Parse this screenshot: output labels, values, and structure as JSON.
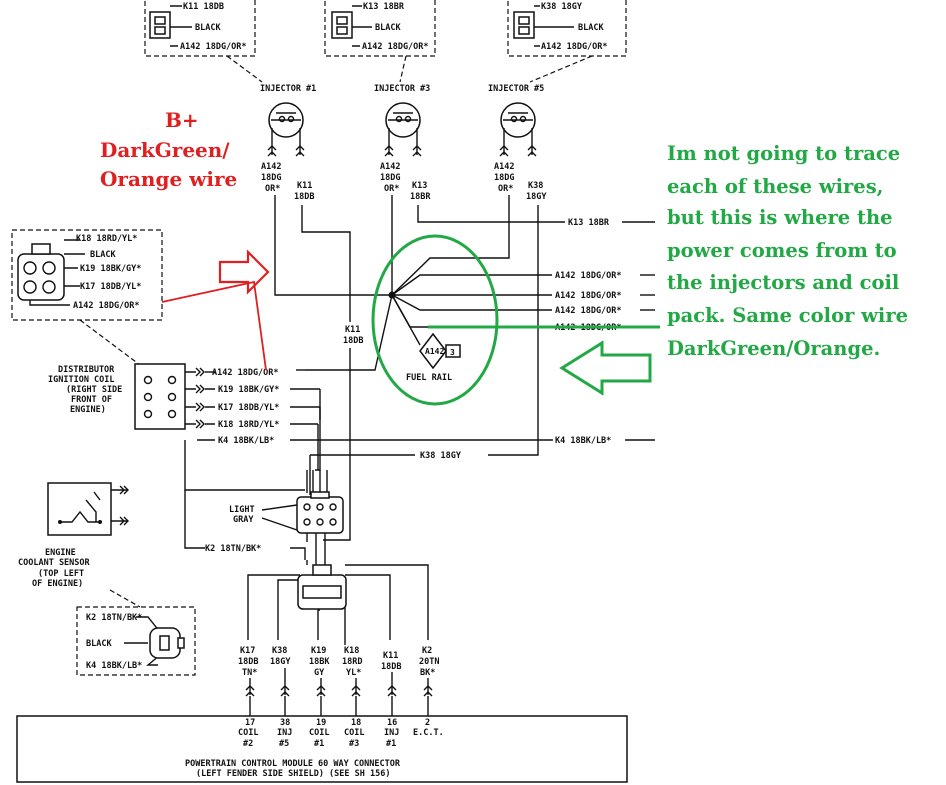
{
  "injector_connectors": [
    {
      "circuit": "K11 18DB",
      "ground": "BLACK",
      "power": "A142 18DG/OR*",
      "name": "INJECTOR #1",
      "pin_a": "A142",
      "pin_b": "18DG",
      "pin_c": "OR*",
      "out_a": "K11",
      "out_b": "18DB",
      "out_c": ""
    },
    {
      "circuit": "K13 18BR",
      "ground": "BLACK",
      "power": "A142 18DG/OR*",
      "name": "INJECTOR #3",
      "pin_a": "A142",
      "pin_b": "18DG",
      "pin_c": "OR*",
      "out_a": "K13",
      "out_b": "18BR",
      "out_c": ""
    },
    {
      "circuit": "K38 18GY",
      "ground": "BLACK",
      "power": "A142 18DG/OR*",
      "name": "INJECTOR #5",
      "pin_a": "A142",
      "pin_b": "18DG",
      "pin_c": "OR*",
      "out_a": "K38",
      "out_b": "18GY",
      "out_c": ""
    }
  ],
  "coil_connector": {
    "pins": [
      "K18 18RD/YL*",
      "BLACK",
      "K19 18BK/GY*",
      "K17 18DB/YL*",
      "A142 18DG/OR*"
    ]
  },
  "right_side_wires": [
    "K13 18BR",
    "A142 18DG/OR*",
    "A142 18DG/OR*",
    "A142 18DG/OR*",
    "A142 18DG/OR*"
  ],
  "fuel_rail": {
    "label": "FUEL RAIL",
    "tag": "A142",
    "num": "3"
  },
  "k11_down": [
    "K11",
    "18DB"
  ],
  "distributor": {
    "lines": [
      "DISTRIBUTOR",
      "IGNITION COIL",
      "(RIGHT SIDE",
      "FRONT OF",
      "ENGINE)"
    ],
    "wires": [
      "A142 18DG/OR*",
      "K19 18BK/GY*",
      "K17 18DB/YL*",
      "K18 18RD/YL*",
      "K4 18BK/LB*"
    ]
  },
  "k4_right": "K4 18BK/LB*",
  "k38_mid": "K38 18GY",
  "light_gray": [
    "LIGHT",
    "GRAY"
  ],
  "ect_sensor": {
    "lines": [
      "ENGINE",
      "COOLANT SENSOR",
      "(TOP LEFT",
      "OF ENGINE)"
    ],
    "wire": "K2 18TN/BK*"
  },
  "ect_connector": {
    "top": "K2 18TN/BK*",
    "ground": "BLACK",
    "bottom": "K4 18BK/LB*"
  },
  "pcm_wires": [
    {
      "a": "K17",
      "b": "18DB",
      "c": "TN*",
      "pin": "17",
      "d1": "COIL",
      "d2": "#2"
    },
    {
      "a": "K38",
      "b": "18GY",
      "c": "",
      "pin": "38",
      "d1": "INJ",
      "d2": "#5"
    },
    {
      "a": "K19",
      "b": "18BK",
      "c": "GY",
      "pin": "19",
      "d1": "COIL",
      "d2": "#1"
    },
    {
      "a": "K18",
      "b": "18RD",
      "c": "YL*",
      "pin": "18",
      "d1": "COIL",
      "d2": "#3"
    },
    {
      "a": "K11",
      "b": "18DB",
      "c": "",
      "pin": "16",
      "d1": "INJ",
      "d2": "#1"
    },
    {
      "a": "K2",
      "b": "20TN",
      "c": "BK*",
      "pin": "2",
      "d1": "E.C.T.",
      "d2": ""
    }
  ],
  "pcm": {
    "line1": "POWERTRAIN CONTROL MODULE 60 WAY CONNECTOR",
    "line2": "(LEFT FENDER SIDE SHIELD) (SEE SH 156)"
  },
  "annotation_left": [
    "B+",
    "DarkGreen/",
    "Orange wire"
  ],
  "annotation_right": [
    "Im not going to trace",
    "each of these wires,",
    "but this is where the",
    "power comes from to",
    "the injectors and coil",
    "pack. Same color wire",
    "DarkGreen/Orange."
  ],
  "colors": {
    "red": "#e02020",
    "green": "#22a845",
    "ink": "#111111"
  }
}
